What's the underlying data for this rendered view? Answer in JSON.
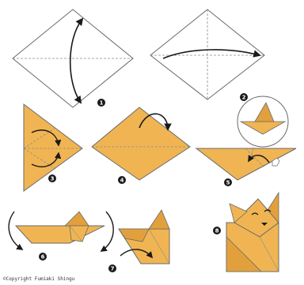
{
  "colors": {
    "paper_white": "#ffffff",
    "paper_orange": "#f0b552",
    "paper_orange_dark": "#e2a03d",
    "outline": "#6a6a6a",
    "crease": "#8a8a8a",
    "arrow": "#1a1a1a",
    "badge": "#1a1a1a",
    "badge_text": "#ffffff"
  },
  "steps": [
    {
      "number": "1",
      "arrow": "curved-double-arrow"
    },
    {
      "number": "2",
      "arrow": "curved-arrow"
    },
    {
      "number": "3",
      "arrow": "curved-arrows"
    },
    {
      "number": "4",
      "arrow": "curved-arrow"
    },
    {
      "number": "5",
      "arrow": "curved-arrow",
      "detail": "zoom-circle"
    },
    {
      "number": "6",
      "arrow": "curved-arrows"
    },
    {
      "number": "7",
      "arrow": "curved-arrow"
    },
    {
      "number": "8",
      "arrow": "none"
    }
  ],
  "copyright": "©Copyright Fumiaki Shingu"
}
